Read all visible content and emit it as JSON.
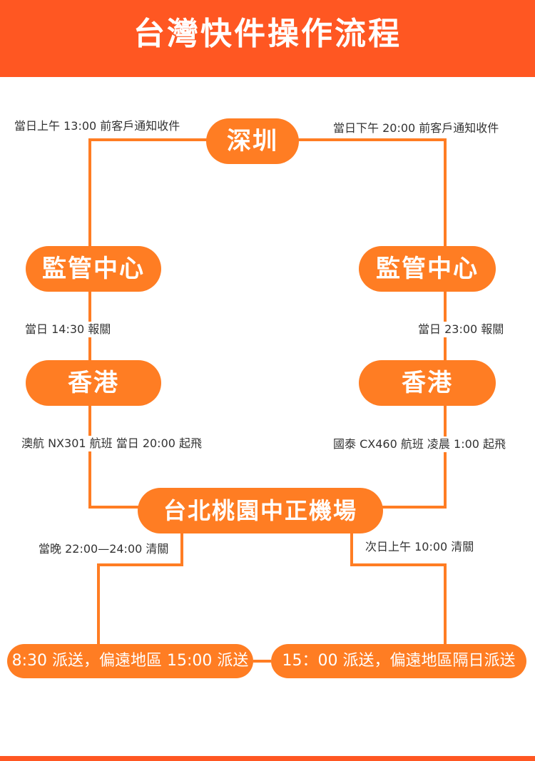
{
  "header": {
    "title": "台灣快件操作流程"
  },
  "colors": {
    "header_bg": "#ff5722",
    "node": "#ff7d23",
    "line": "#ff7d23",
    "text": "#333333"
  },
  "nodes": {
    "shenzhen": "深圳",
    "customs_left": "監管中心",
    "customs_right": "監管中心",
    "hongkong_left": "香港",
    "hongkong_right": "香港",
    "taoyuan": "台北桃園中正機場",
    "delivery_left": "8:30 派送，偏遠地區 15:00 派送",
    "delivery_right": "15：00 派送，偏遠地區隔日派送"
  },
  "notes": {
    "left_notify": "當日上午 13:00 前客戶通知收件",
    "right_notify": "當日下午 20:00 前客戶通知收件",
    "left_declare": "當日 14:30 報關",
    "right_declare": "當日 23:00 報關",
    "left_flight": "澳航 NX301 航班 當日 20:00 起飛",
    "right_flight": "國泰 CX460 航班 凌晨 1:00 起飛",
    "left_clearance": "當晚 22:00—24:00 清關",
    "right_clearance": "次日上午 10:00 清關"
  }
}
